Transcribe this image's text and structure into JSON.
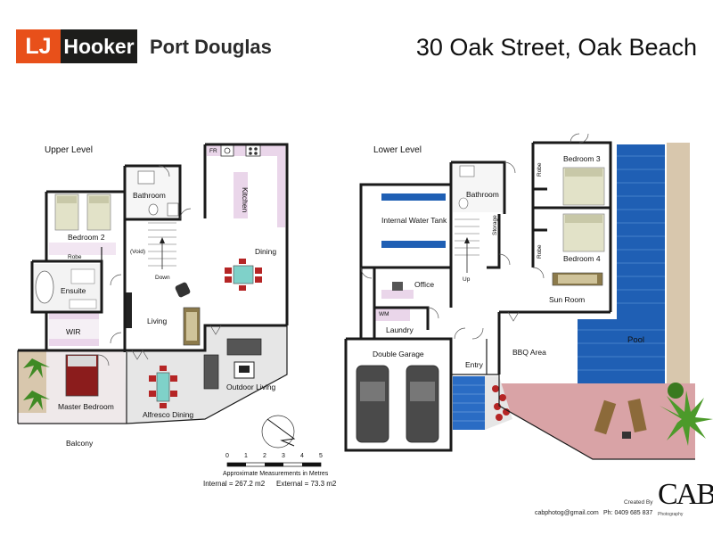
{
  "header": {
    "logo_lj": "LJ",
    "logo_hooker": "Hooker",
    "office": "Port Douglas",
    "address": "30 Oak Street, Oak Beach"
  },
  "upper_level": {
    "title": "Upper Level",
    "rooms": {
      "bathroom": "Bathroom",
      "bedroom2": "Bedroom 2",
      "robe": "Robe",
      "ensuite": "Ensuite",
      "wir": "WIR",
      "master": "Master Bedroom",
      "balcony": "Balcony",
      "void": "(Void)",
      "down": "Down",
      "living": "Living",
      "kitchen": "Kitchen",
      "fr": "FR",
      "dining": "Dining",
      "outdoor": "Outdoor Living",
      "alfresco": "Alfresco Dining"
    }
  },
  "lower_level": {
    "title": "Lower Level",
    "rooms": {
      "bathroom": "Bathroom",
      "tank": "Internal Water Tank",
      "storage": "Storage",
      "up": "Up",
      "office": "Office",
      "wm": "WM",
      "laundry": "Laundry",
      "garage": "Double Garage",
      "entry": "Entry",
      "bbq": "BBQ Area",
      "robe3": "Robe",
      "robe4": "Robe",
      "bed3": "Bedroom 3",
      "bed4": "Bedroom 4",
      "sunroom": "Sun Room",
      "pool": "Pool"
    }
  },
  "scale": {
    "ticks": [
      "0",
      "1",
      "2",
      "3",
      "4",
      "5"
    ],
    "caption": "Approximate Measurements in Metres",
    "internal": "Internal = 267.2 m2",
    "external": "External = 73.3 m2"
  },
  "credits": {
    "created_by": "Created By",
    "email": "cabphotog@gmail.com",
    "phone": "Ph: 0409 685 837",
    "brand": "CAB",
    "brand_sub": "Photography"
  },
  "colors": {
    "brand_orange": "#e8501a",
    "brand_dark": "#1d1d1b",
    "wall": "#1a1a1a",
    "pool_blue": "#1f5fb4",
    "deck_pink": "#d9a3a6",
    "kitchen_bench": "#ead6ea",
    "sand": "#d8c7ad"
  }
}
